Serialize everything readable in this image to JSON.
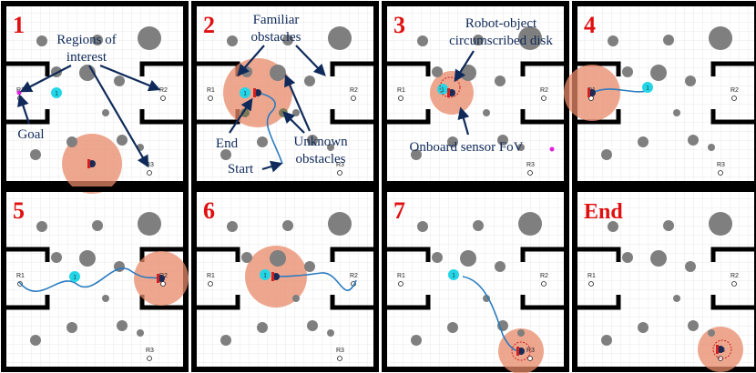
{
  "panels": [
    {
      "label": "1"
    },
    {
      "label": "2"
    },
    {
      "label": "3"
    },
    {
      "label": "4"
    },
    {
      "label": "5"
    },
    {
      "label": "6"
    },
    {
      "label": "7"
    },
    {
      "label": "End"
    }
  ],
  "rooms": {
    "r1": "R1",
    "r2": "R2",
    "r3": "R3"
  },
  "waypoint_label": "1",
  "annotations": {
    "regions_of_interest": [
      "Regions of",
      "interest"
    ],
    "goal": "Goal",
    "familiar_obstacles": [
      "Familiar",
      "obstacles"
    ],
    "end": "End",
    "start": "Start",
    "unknown_obstacles": [
      "Unknown",
      "obstacles"
    ],
    "robot_object_disk": [
      "Robot-object",
      "circumscribed disk"
    ],
    "onboard_sensor_fov": "Onboard sensor FoV"
  },
  "colors": {
    "panel_label": "#e01010",
    "annotation_text": "#0f2a5a",
    "sensor_fov": "#e8896a",
    "obstacle": "#7f7f7f",
    "waypoint": "#22d6e8",
    "path": "#2a7bbf",
    "goal_marker": "#e020e0",
    "wall": "#000000"
  }
}
